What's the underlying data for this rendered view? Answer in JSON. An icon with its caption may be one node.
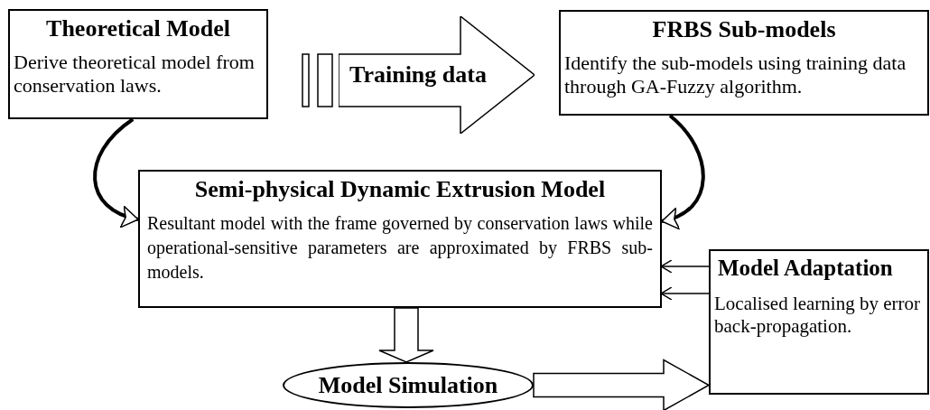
{
  "diagram": {
    "nodes": [
      {
        "text": [
          "Theoretical Model",
          "Derive theoretical model from conservation laws."
        ]
      },
      {
        "text": [
          "Training data"
        ]
      },
      {
        "text": [
          "FRBS Sub-models",
          "Identify the sub-models using training data through GA-Fuzzy algorithm."
        ]
      },
      {
        "text": [
          "Semi-physical Dynamic Extrusion Model",
          "Resultant model with the frame governed by conservation laws while operational-sensitive parameters are approximated by FRBS sub-models."
        ]
      },
      {
        "text": [
          "Model Adaptation",
          "Localised learning by error back-propagation."
        ]
      },
      {
        "text": [
          "Model Simulation"
        ]
      }
    ],
    "edges": [
      {
        "from": 0,
        "to": 3,
        "arrow": "to",
        "style": "thick"
      },
      {
        "from": 2,
        "to": 3,
        "arrow": "to",
        "style": "thick"
      },
      {
        "from": 3,
        "to": 5,
        "arrow": "to"
      },
      {
        "from": 5,
        "to": 4,
        "arrow": "to"
      },
      {
        "from": 4,
        "to": 3,
        "arrow": "to"
      },
      {
        "from": 4,
        "to": 3,
        "arrow": "to"
      }
    ]
  }
}
